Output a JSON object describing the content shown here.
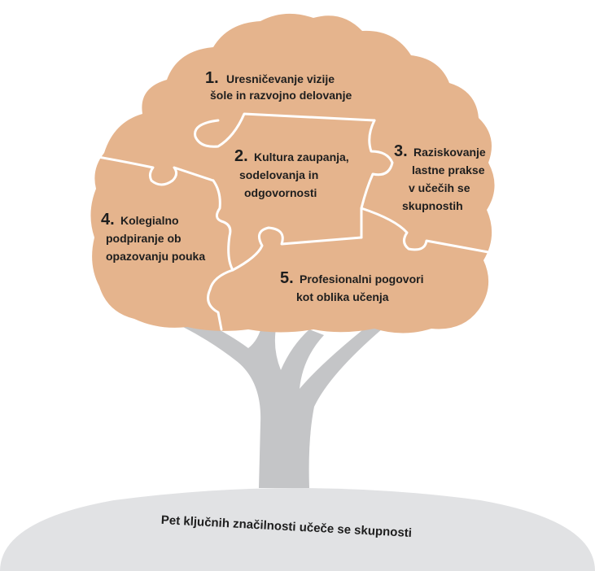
{
  "colors": {
    "canopy": "#e5b48d",
    "trunk": "#c4c5c7",
    "ground": "#e1e2e4",
    "seams": "#ffffff",
    "text": "#1e1e1e"
  },
  "pieces": [
    {
      "number": "1.",
      "lines": [
        "Uresničevanje vizije",
        "šole in razvojno delovanje"
      ]
    },
    {
      "number": "2.",
      "lines": [
        "Kultura zaupanja,",
        "sodelovanja in",
        "odgovornosti"
      ]
    },
    {
      "number": "3.",
      "lines": [
        "Raziskovanje",
        "lastne prakse",
        "v učečih se",
        "skupnostih"
      ]
    },
    {
      "number": "4.",
      "lines": [
        "Kolegialno",
        "podpiranje ob",
        "opazovanju pouka"
      ]
    },
    {
      "number": "5.",
      "lines": [
        "Profesionalni pogovori",
        "kot oblika učenja"
      ]
    }
  ],
  "ground_label": "Pet ključnih značilnosti učeče se skupnosti"
}
